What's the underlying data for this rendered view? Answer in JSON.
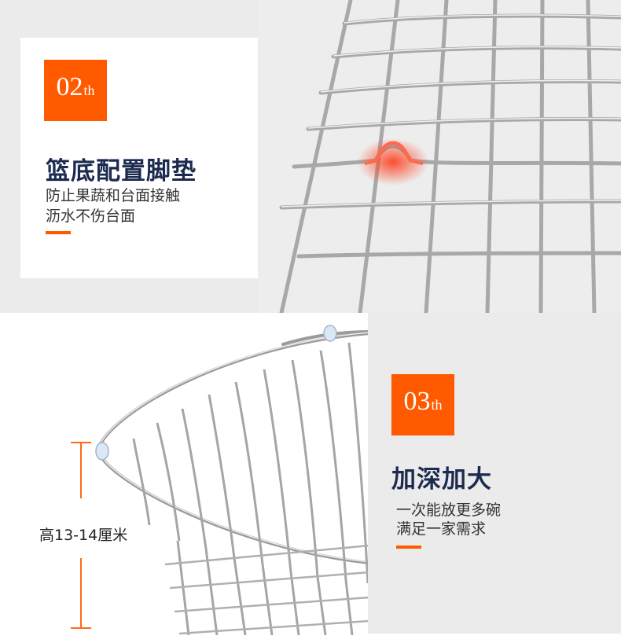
{
  "section2": {
    "badge_number": "02",
    "badge_suffix": "th",
    "title": "篮底配置脚垫",
    "line1": "防止果蔬和台面接触",
    "line2": "沥水不伤台面"
  },
  "section3": {
    "badge_number": "03",
    "badge_suffix": "th",
    "title": "加深加大",
    "line1": "一次能放更多碗",
    "line2": "满足一家需求"
  },
  "measure": {
    "label": "高13-14厘米"
  },
  "colors": {
    "accent": "#ff5a00",
    "heading": "#1c2a4f",
    "panel_gray": "#ebebeb"
  }
}
